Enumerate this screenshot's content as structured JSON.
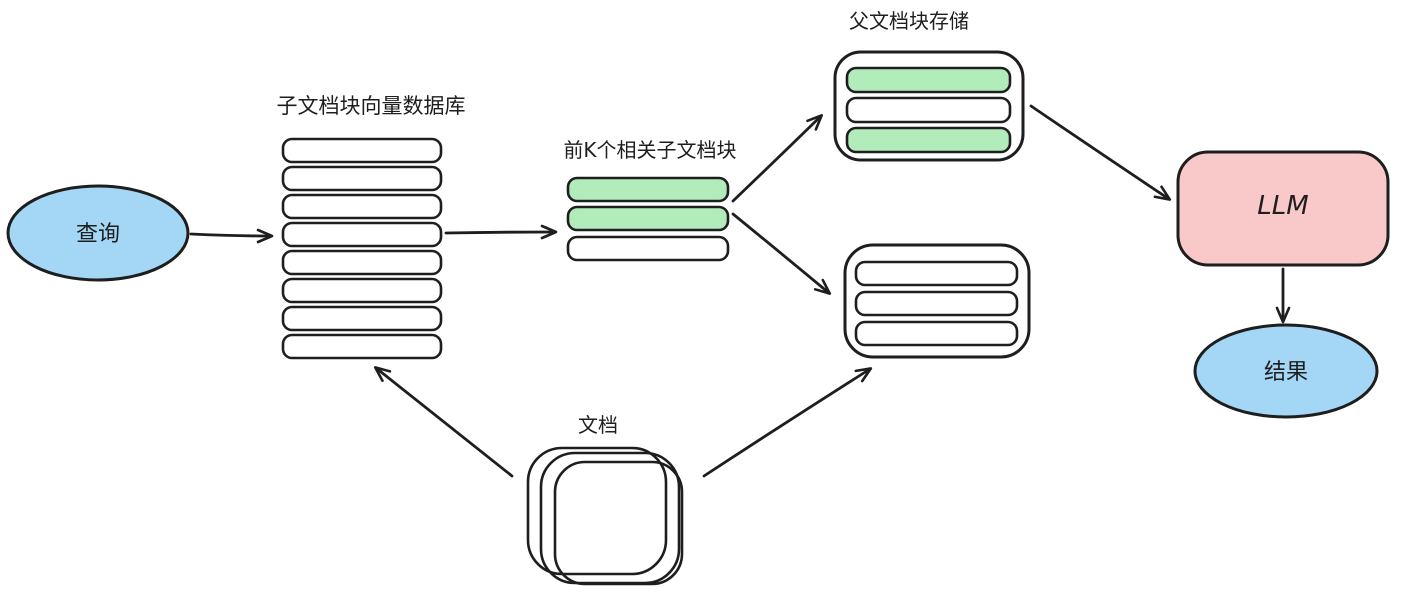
{
  "diagram": {
    "title": "parent-document-retrieval-flow",
    "colors": {
      "background": "#ffffff",
      "stroke": "#1e1e1e",
      "node_blue": "#a3d7f5",
      "node_green": "#b2ecbb",
      "node_pink": "#f9c9c9",
      "chunk_white": "#ffffff"
    },
    "nodes": {
      "query": {
        "label": "查询",
        "type": "ellipse",
        "fill": "node_blue"
      },
      "child_vector_db": {
        "label": "子文档块向量数据库",
        "type": "chunk-stack",
        "chunk_count": 8,
        "chunk_fills": [
          "white",
          "white",
          "white",
          "white",
          "white",
          "white",
          "white",
          "white"
        ]
      },
      "top_k_chunks": {
        "label": "前K个相关子文档块",
        "type": "chunk-stack",
        "chunk_count": 3,
        "chunk_fills": [
          "green",
          "green",
          "white"
        ]
      },
      "parent_chunk_store": {
        "label": "父文档块存储",
        "type": "container",
        "chunk_count": 3,
        "chunk_fills": [
          "green",
          "white",
          "green"
        ]
      },
      "retrieved_parent_chunks": {
        "label": "",
        "type": "container",
        "chunk_count": 3,
        "chunk_fills": [
          "white",
          "white",
          "white"
        ]
      },
      "llm": {
        "label": "LLM",
        "type": "rounded-rect",
        "fill": "node_pink"
      },
      "result": {
        "label": "结果",
        "type": "ellipse",
        "fill": "node_blue"
      },
      "document": {
        "label": "文档",
        "type": "stacked-squares",
        "square_count": 3
      }
    },
    "edges": [
      {
        "from": "query",
        "to": "child_vector_db"
      },
      {
        "from": "child_vector_db",
        "to": "top_k_chunks"
      },
      {
        "from": "top_k_chunks",
        "to": "parent_chunk_store"
      },
      {
        "from": "top_k_chunks",
        "to": "retrieved_parent_chunks"
      },
      {
        "from": "parent_chunk_store",
        "to": "llm"
      },
      {
        "from": "llm",
        "to": "result"
      },
      {
        "from": "document",
        "to": "child_vector_db"
      },
      {
        "from": "document",
        "to": "retrieved_parent_chunks"
      }
    ]
  }
}
